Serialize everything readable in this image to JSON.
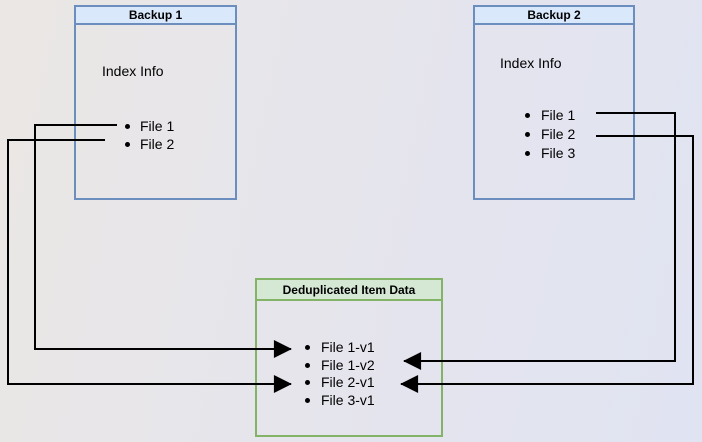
{
  "diagram": {
    "colors": {
      "blue_header_fill": "#dae8fc",
      "blue_border": "#6c8ebf",
      "green_header_fill": "#d5e8d4",
      "green_border": "#82b366",
      "connector": "#000000",
      "text": "#000000"
    },
    "nodes": {
      "backup1": {
        "title": "Backup 1",
        "label": "Index Info",
        "files": [
          "File 1",
          "File 2"
        ]
      },
      "backup2": {
        "title": "Backup 2",
        "label": "Index Info",
        "files": [
          "File 1",
          "File 2",
          "File 3"
        ]
      },
      "dedup": {
        "title": "Deduplicated Item Data",
        "items": [
          "File 1-v1",
          "File 1-v2",
          "File 2-v1",
          "File 3-v1"
        ]
      }
    },
    "connections": [
      {
        "from": "Backup 1 / File 1",
        "to": "File 1-v1"
      },
      {
        "from": "Backup 1 / File 2",
        "to": "File 2-v1"
      },
      {
        "from": "Backup 2 / File 1",
        "to": "File 1-v2"
      },
      {
        "from": "Backup 2 / File 2",
        "to": "File 2-v1"
      }
    ]
  }
}
